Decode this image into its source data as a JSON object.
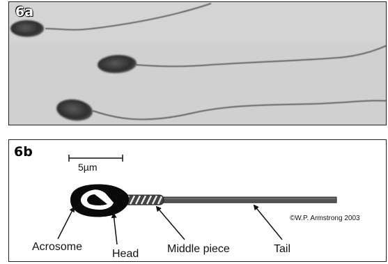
{
  "panel_a": {
    "label": "6a"
  },
  "panel_b": {
    "label": "6b",
    "scale_bar_label": "5µm",
    "labels": {
      "acrosome": "Acrosome",
      "head": "Head",
      "middle_piece": "Middle piece",
      "tail": "Tail"
    },
    "copyright": "©W.P. Armstrong 2003"
  }
}
